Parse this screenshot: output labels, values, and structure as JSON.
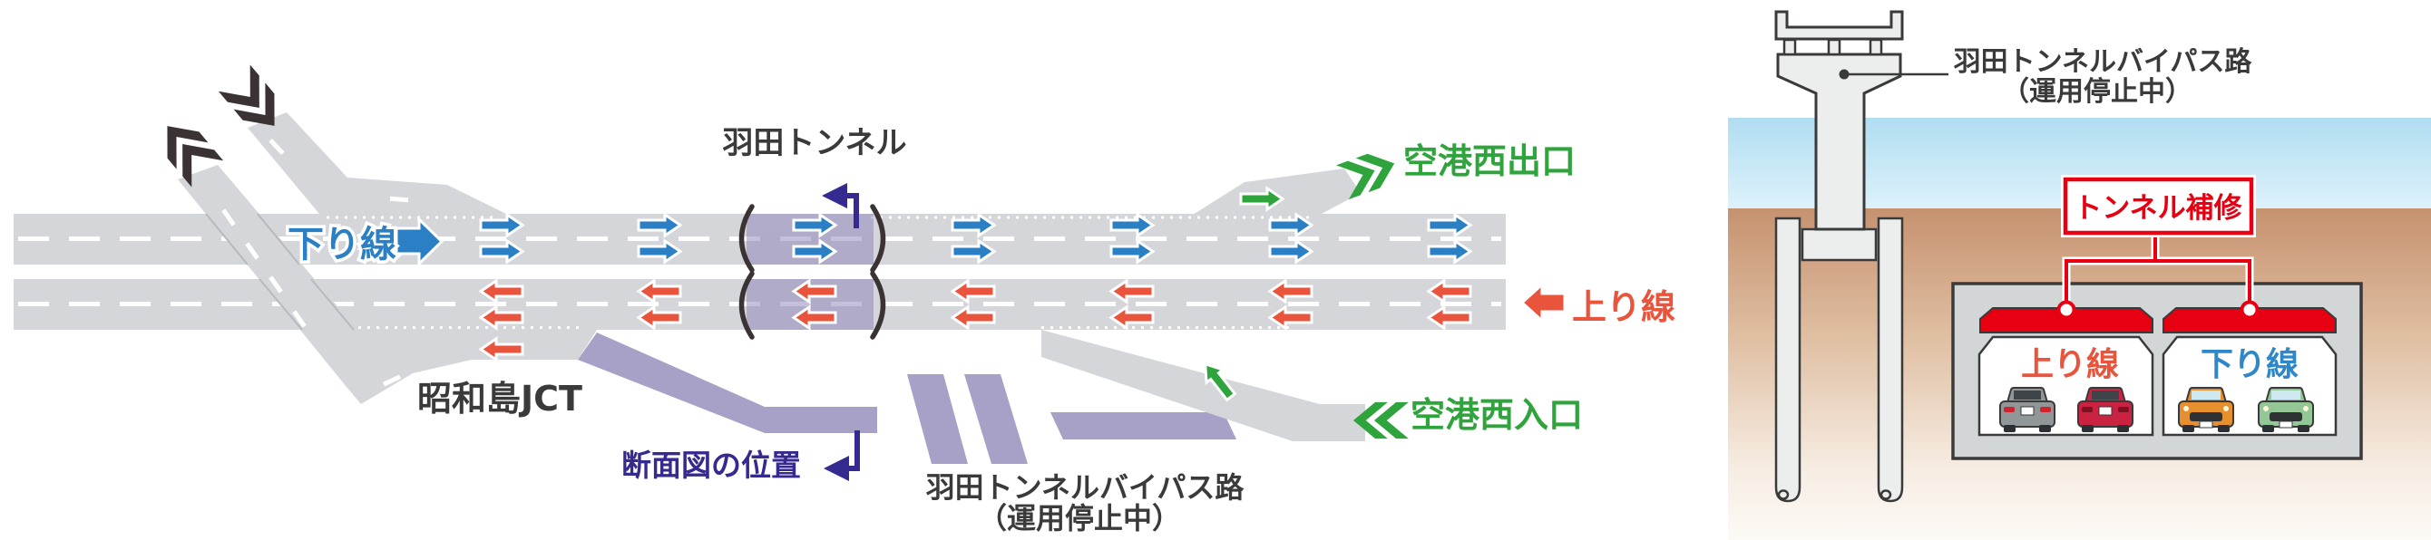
{
  "route_map": {
    "tunnel_label": "羽田トンネル",
    "down_line_label": "下り線",
    "up_line_label": "上り線",
    "exit_label": "空港西出口",
    "entrance_label": "空港西入口",
    "junction_label": "昭和島JCT",
    "cross_section_position_label": "断面図の位置",
    "bypass_label_line1": "羽田トンネルバイパス路",
    "bypass_label_line2": "（運用停止中）"
  },
  "cross_section": {
    "viaduct_label_line1": "羽田トンネルバイパス路",
    "viaduct_label_line2": "（運用停止中）",
    "repair_label": "トンネル補修",
    "up_line_bore_label": "上り線",
    "down_line_bore_label": "下り線"
  },
  "icons": {
    "down_flow_arrow": "blue right arrow",
    "up_flow_arrow": "red left arrow",
    "exit_flow_arrow": "green right arrow",
    "entrance_flow_arrow": "green up-left arrow",
    "jct_entry_chevrons": "black double chevron down-right",
    "jct_exit_chevrons": "black double chevron up-left",
    "exit_chevrons": "green double chevron",
    "entrance_chevrons": "green double chevron left",
    "section_pointer": "indigo elbow arrow"
  },
  "colors": {
    "road_gray": "#d4d6d9",
    "bypass_purple": "#a7a1c8",
    "tunnel_overlay": "#8b82ba",
    "flow_blue": "#2b80c5",
    "flow_red": "#e8543c",
    "flow_green": "#2fa43c",
    "indigo": "#352a90",
    "chevron_black": "#3a3233",
    "label_dark": "#3a3a3a",
    "repair_red": "#e60012",
    "water_top": "#b0ddf1",
    "ground_top": "#c6926f",
    "structure_fill": "#eceeee",
    "tunnel_box": "#d3d6d6"
  }
}
